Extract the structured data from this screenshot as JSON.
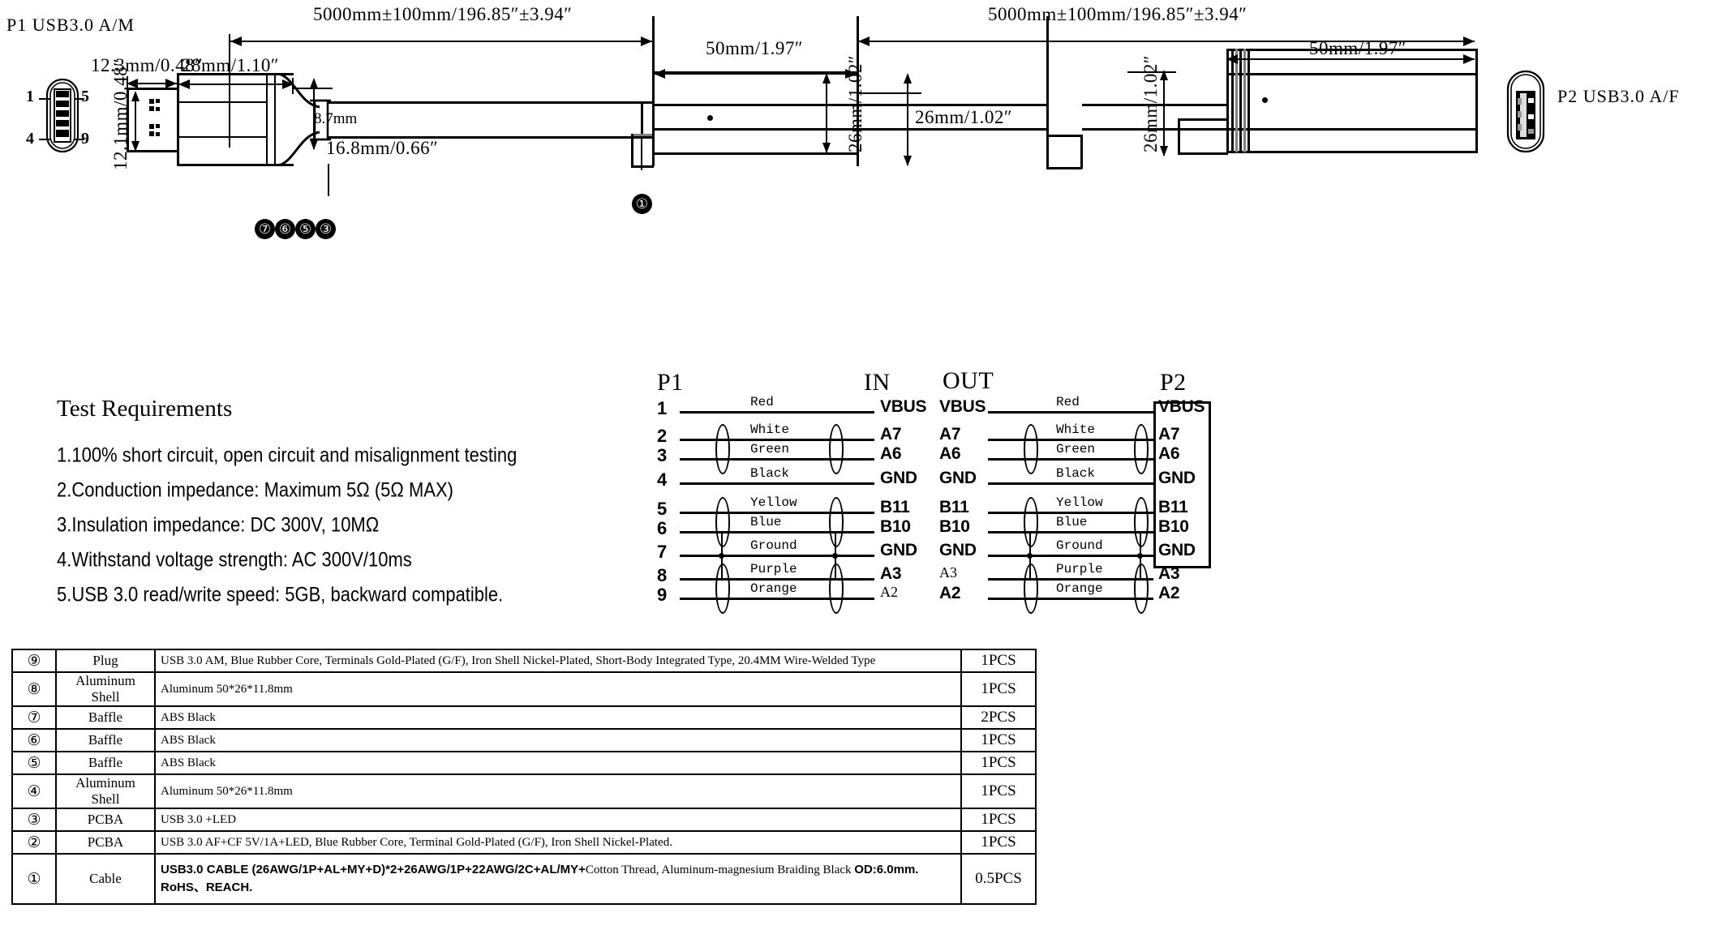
{
  "drawing": {
    "p1_label": "P1 USB3.0 A/M",
    "p2_label": "P2 USB3.0 A/F",
    "dim_total_left": "5000mm±100mm/196.85″±3.94″",
    "dim_total_right": "5000mm±100mm/196.85″±3.94″",
    "dim_box_left": "50mm/1.97″",
    "dim_box_right": "50mm/1.97″",
    "dim_12_3": "12.3mm/0.48″",
    "dim_28": "28mm/1.10″",
    "dim_12_1": "12.1mm/0.48″",
    "dim_8_7": "8.7mm",
    "dim_16_8": "16.8mm/0.66″",
    "dim_26_left": "26mm/1.02″",
    "dim_26_mid": "26mm/1.02″",
    "dim_26_right": "26mm/1.02″",
    "callout_cable": "①",
    "callouts_connector": [
      "⑦",
      "⑥",
      "⑤",
      "③"
    ],
    "p1_pin_top_left": "1",
    "p1_pin_top_right": "5",
    "p1_pin_bot_left": "4",
    "p1_pin_bot_right": "9"
  },
  "test_requirements": {
    "title": "Test Requirements",
    "items": [
      "1.100% short circuit, open circuit and misalignment testing",
      "2.Conduction impedance: Maximum 5Ω (5Ω MAX)",
      "3.Insulation impedance: DC 300V, 10MΩ",
      "4.Withstand voltage strength: AC 300V/10ms",
      "5.USB 3.0 read/write speed: 5GB, backward compatible."
    ]
  },
  "wiring": {
    "headers": {
      "p1": "P1",
      "in": "IN",
      "out": "OUT",
      "p2": "P2"
    },
    "left_rows": [
      {
        "pin": "1",
        "color": "Red",
        "signal": "VBUS",
        "bold": true,
        "twist": false
      },
      {
        "pin": "2",
        "color": "White",
        "signal": "A7",
        "bold": true,
        "twist": true
      },
      {
        "pin": "3",
        "color": "Green",
        "signal": "A6",
        "bold": true,
        "twist": true
      },
      {
        "pin": "4",
        "color": "Black",
        "signal": "GND",
        "bold": true,
        "twist": false
      },
      {
        "pin": "5",
        "color": "Yellow",
        "signal": "B11",
        "bold": true,
        "twist": true
      },
      {
        "pin": "6",
        "color": "Blue",
        "signal": "B10",
        "bold": true,
        "twist": true
      },
      {
        "pin": "7",
        "color": "Ground",
        "signal": "GND",
        "bold": true,
        "twist": true
      },
      {
        "pin": "8",
        "color": "Purple",
        "signal": "A3",
        "bold": true,
        "twist": true
      },
      {
        "pin": "9",
        "color": "Orange",
        "signal": "A2",
        "bold": false,
        "twist": true
      }
    ],
    "right_rows": [
      {
        "out": "VBUS",
        "out_bold": true,
        "color": "Red",
        "p2": "VBUS",
        "twist": false
      },
      {
        "out": "A7",
        "out_bold": true,
        "color": "White",
        "p2": "A7",
        "twist": true
      },
      {
        "out": "A6",
        "out_bold": true,
        "color": "Green",
        "p2": "A6",
        "twist": true
      },
      {
        "out": "GND",
        "out_bold": true,
        "color": "Black",
        "p2": "GND",
        "twist": false
      },
      {
        "out": "B11",
        "out_bold": true,
        "color": "Yellow",
        "p2": "B11",
        "twist": true
      },
      {
        "out": "B10",
        "out_bold": true,
        "color": "Blue",
        "p2": "B10",
        "twist": true
      },
      {
        "out": "GND",
        "out_bold": true,
        "color": "Ground",
        "p2": "GND",
        "twist": true
      },
      {
        "out": "A3",
        "out_bold": false,
        "color": "Purple",
        "p2": "A3",
        "twist": true
      },
      {
        "out": "A2",
        "out_bold": true,
        "color": "Orange",
        "p2": "A2",
        "twist": true
      }
    ]
  },
  "bom": {
    "rows": [
      {
        "no": "⑨",
        "name": "Plug",
        "desc": "USB 3.0 AM, Blue Rubber Core, Terminals Gold-Plated (G/F), Iron Shell Nickel-Plated, Short-Body Integrated Type, 20.4MM Wire-Welded Type",
        "qty": "1PCS"
      },
      {
        "no": "⑧",
        "name": "Aluminum Shell",
        "desc": "Aluminum 50*26*11.8mm",
        "qty": "1PCS"
      },
      {
        "no": "⑦",
        "name": "Baffle",
        "desc": "ABS Black",
        "qty": "2PCS"
      },
      {
        "no": "⑥",
        "name": "Baffle",
        "desc": "ABS Black",
        "qty": "1PCS"
      },
      {
        "no": "⑤",
        "name": "Baffle",
        "desc": "ABS Black",
        "qty": "1PCS"
      },
      {
        "no": "④",
        "name": "Aluminum Shell",
        "desc": "Aluminum 50*26*11.8mm",
        "qty": "1PCS"
      },
      {
        "no": "③",
        "name": "PCBA",
        "desc": "USB 3.0 +LED",
        "qty": "1PCS"
      },
      {
        "no": "②",
        "name": "PCBA",
        "desc": "USB 3.0 AF+CF 5V/1A+LED, Blue Rubber Core, Terminal Gold-Plated (G/F), Iron Shell Nickel-Plated.",
        "qty": "1PCS"
      },
      {
        "no": "①",
        "name": "Cable",
        "desc_bold1": "USB3.0 CABLE (26AWG/1P+AL+MY+D)*2+26AWG/1P+22AWG/2C+AL/MY+",
        "desc_norm1": "Cotton Thread, Aluminum-magnesium Braiding Black ",
        "desc_bold2": "OD:6.0mm. RoHS、REACH.",
        "qty": "0.5PCS"
      }
    ]
  }
}
